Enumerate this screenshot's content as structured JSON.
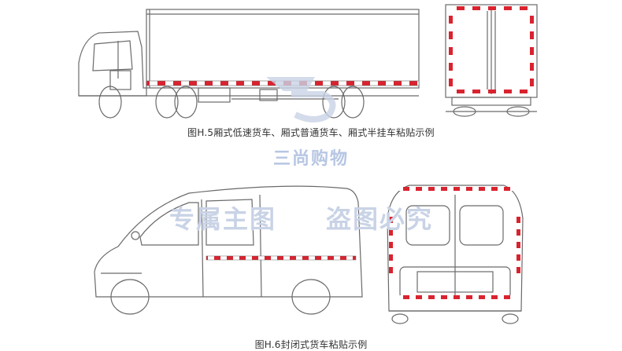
{
  "figure1": {
    "caption": "图H.5厢式低速货车、厢式普通货车、厢式半挂车粘贴示例"
  },
  "figure2": {
    "caption": "图H.6封闭式货车粘贴示例"
  },
  "watermark": {
    "brand": "三尚购物",
    "left": "专属主图",
    "right": "盗图必究",
    "color": "#c9d3e6"
  },
  "colors": {
    "reflective_red": "#d9232f",
    "reflective_white": "#ffffff",
    "line": "#6a6a6a"
  }
}
